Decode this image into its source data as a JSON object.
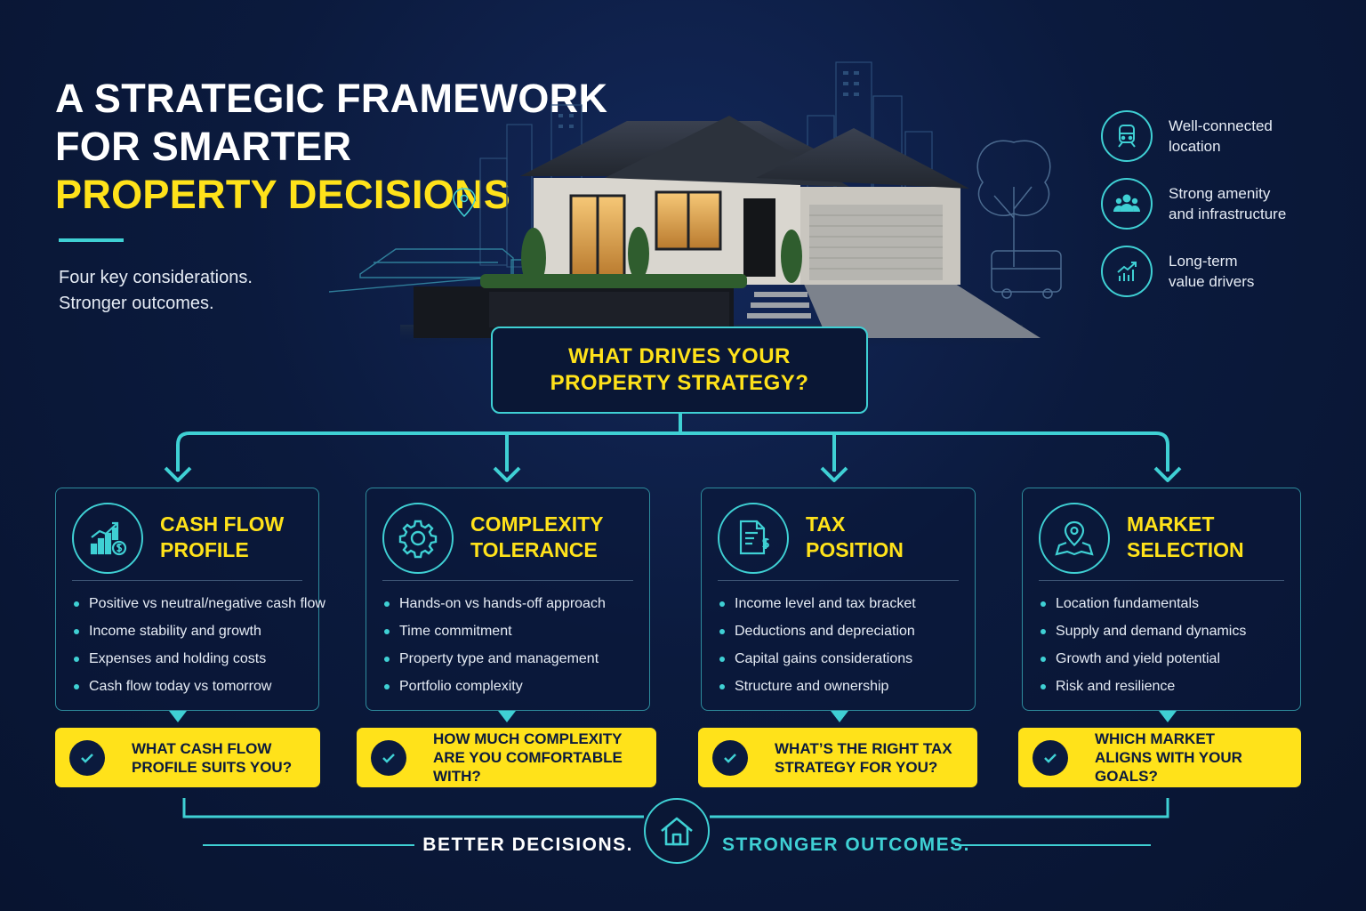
{
  "header": {
    "title_line1": "A STRATEGIC FRAMEWORK",
    "title_line2": "FOR SMARTER",
    "title_line3": "PROPERTY DECISIONS",
    "subtitle_line1": "Four key considerations.",
    "subtitle_line2": "Stronger outcomes."
  },
  "features": [
    {
      "icon": "train-icon",
      "line1": "Well-connected",
      "line2": "location"
    },
    {
      "icon": "people-icon",
      "line1": "Strong amenity",
      "line2": "and infrastructure"
    },
    {
      "icon": "growth-chart-icon",
      "line1": "Long-term",
      "line2": "value drivers"
    }
  ],
  "central_question": {
    "line1": "WHAT DRIVES YOUR",
    "line2": "PROPERTY STRATEGY?"
  },
  "cards": [
    {
      "icon": "cash-flow-chart-icon",
      "title_line1": "CASH FLOW",
      "title_line2": "PROFILE",
      "items": [
        "Positive vs neutral/negative cash flow",
        "Income stability and growth",
        "Expenses and holding costs",
        "Cash flow today vs tomorrow"
      ],
      "question_line1": "WHAT CASH FLOW",
      "question_line2": "PROFILE SUITS YOU?"
    },
    {
      "icon": "gear-icon",
      "title_line1": "COMPLEXITY",
      "title_line2": "TOLERANCE",
      "items": [
        "Hands-on vs hands-off approach",
        "Time commitment",
        "Property type and management",
        "Portfolio complexity"
      ],
      "question_line1": "HOW MUCH COMPLEXITY",
      "question_line2": "ARE YOU COMFORTABLE WITH?"
    },
    {
      "icon": "tax-document-icon",
      "title_line1": "TAX",
      "title_line2": "POSITION",
      "items": [
        "Income level and tax bracket",
        "Deductions and depreciation",
        "Capital gains considerations",
        "Structure and ownership"
      ],
      "question_line1": "WHAT’S THE RIGHT TAX",
      "question_line2": "STRATEGY FOR YOU?"
    },
    {
      "icon": "map-pin-icon",
      "title_line1": "MARKET",
      "title_line2": "SELECTION",
      "items": [
        "Location fundamentals",
        "Supply and demand dynamics",
        "Growth and yield potential",
        "Risk and resilience"
      ],
      "question_line1": "WHICH MARKET",
      "question_line2": "ALIGNS WITH YOUR GOALS?"
    }
  ],
  "footer": {
    "left": "BETTER DECISIONS.",
    "right": "STRONGER OUTCOMES."
  },
  "colors": {
    "background": "#0b1a3d",
    "accent_teal": "#3fd0d4",
    "accent_yellow": "#ffe21a",
    "text_white": "#ffffff"
  }
}
